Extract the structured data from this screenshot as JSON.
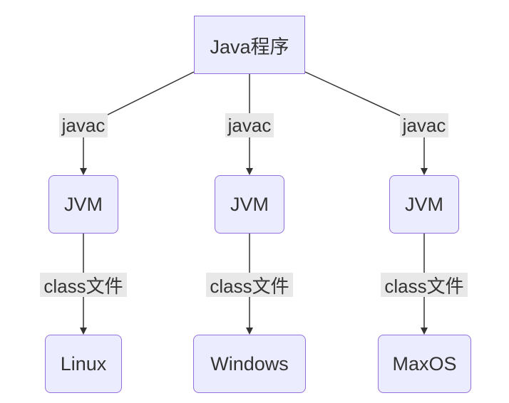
{
  "nodes": {
    "root": "Java程序",
    "jvm_left": "JVM",
    "jvm_mid": "JVM",
    "jvm_right": "JVM",
    "os_left": "Linux",
    "os_mid": "Windows",
    "os_right": "MaxOS"
  },
  "edges": {
    "javac_left": "javac",
    "javac_mid": "javac",
    "javac_right": "javac",
    "class_left": "class文件",
    "class_mid": "class文件",
    "class_right": "class文件"
  },
  "colors": {
    "node_fill": "#ECECFF",
    "node_border": "#9370DB",
    "label_bg": "#E8E8E8",
    "edge": "#333333"
  }
}
